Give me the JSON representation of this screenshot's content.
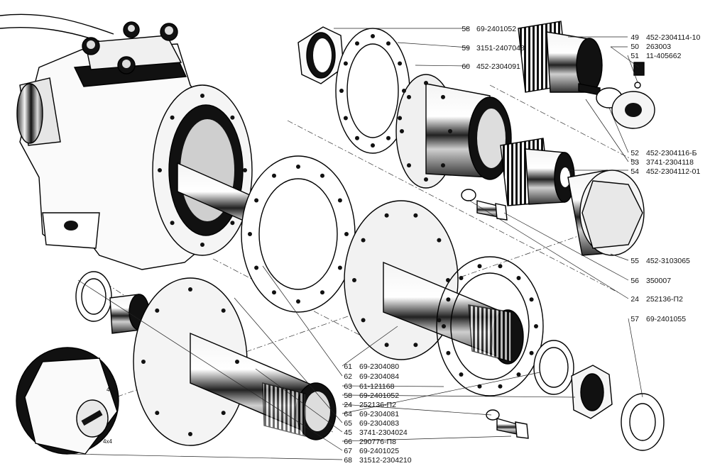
{
  "callouts": [
    {
      "num": "58",
      "code": "69-2401052"
    },
    {
      "num": "59",
      "code": "3151-2407048"
    },
    {
      "num": "60",
      "code": "452-2304091"
    },
    {
      "num": "49",
      "code": "452-2304114-10"
    },
    {
      "num": "50",
      "code": "263003"
    },
    {
      "num": "51",
      "code": "11-405662"
    },
    {
      "num": "52",
      "code": "452-2304116-Б"
    },
    {
      "num": "53",
      "code": "3741-2304118"
    },
    {
      "num": "54",
      "code": "452-2304112-01"
    },
    {
      "num": "55",
      "code": "452-3103065"
    },
    {
      "num": "56",
      "code": "350007"
    },
    {
      "num": "24",
      "code": "252136-П2"
    },
    {
      "num": "57",
      "code": "69-2401055"
    },
    {
      "num": "61",
      "code": "69-2304080"
    },
    {
      "num": "62",
      "code": "69-2304084"
    },
    {
      "num": "63",
      "code": "61-121168"
    },
    {
      "num": "58",
      "code": "69-2401052"
    },
    {
      "num": "24",
      "code": "252136-П2"
    },
    {
      "num": "64",
      "code": "69-2304081"
    },
    {
      "num": "65",
      "code": "69-2304083"
    },
    {
      "num": "45",
      "code": "3741-2304024"
    },
    {
      "num": "66",
      "code": "290776-П8"
    },
    {
      "num": "67",
      "code": "69-2401025"
    },
    {
      "num": "68",
      "code": "31512-2304210"
    }
  ],
  "hub_markings": [
    "4x2",
    "4x4"
  ]
}
